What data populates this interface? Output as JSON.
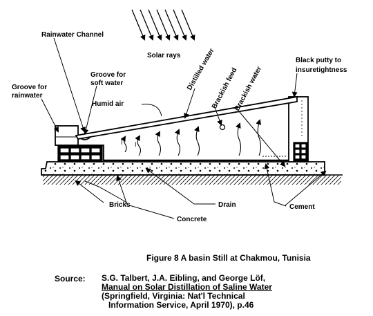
{
  "labels": {
    "rainwater_channel": "Rainwater Channel",
    "solar_rays": "Solar rays",
    "distilled_water": "Distilled water",
    "brackish_feed": "Brackish feed",
    "brackish_water": "Brackish water",
    "black_putty_1": "Black putty to",
    "black_putty_2": "insuretightness",
    "groove_rainwater_1": "Groove for",
    "groove_rainwater_2": "rainwater",
    "groove_soft_1": "Groove for",
    "groove_soft_2": "soft water",
    "humid_air": "Humid air",
    "bricks": "Bricks",
    "drain": "Drain",
    "cement": "Cement",
    "concrete": "Concrete"
  },
  "caption": "Figure 8 A basin Still at Chakmou, Tunisia",
  "source": {
    "label": "Source:",
    "line1": "S.G. Talbert, J.A. Eibling, and George Löf,",
    "line2": "Manual on Solar Distillation of Saline Water",
    "line3": "(Springfield, Virginia: Nat'l Technical",
    "line4": "Information Service, April 1970), p.46"
  }
}
